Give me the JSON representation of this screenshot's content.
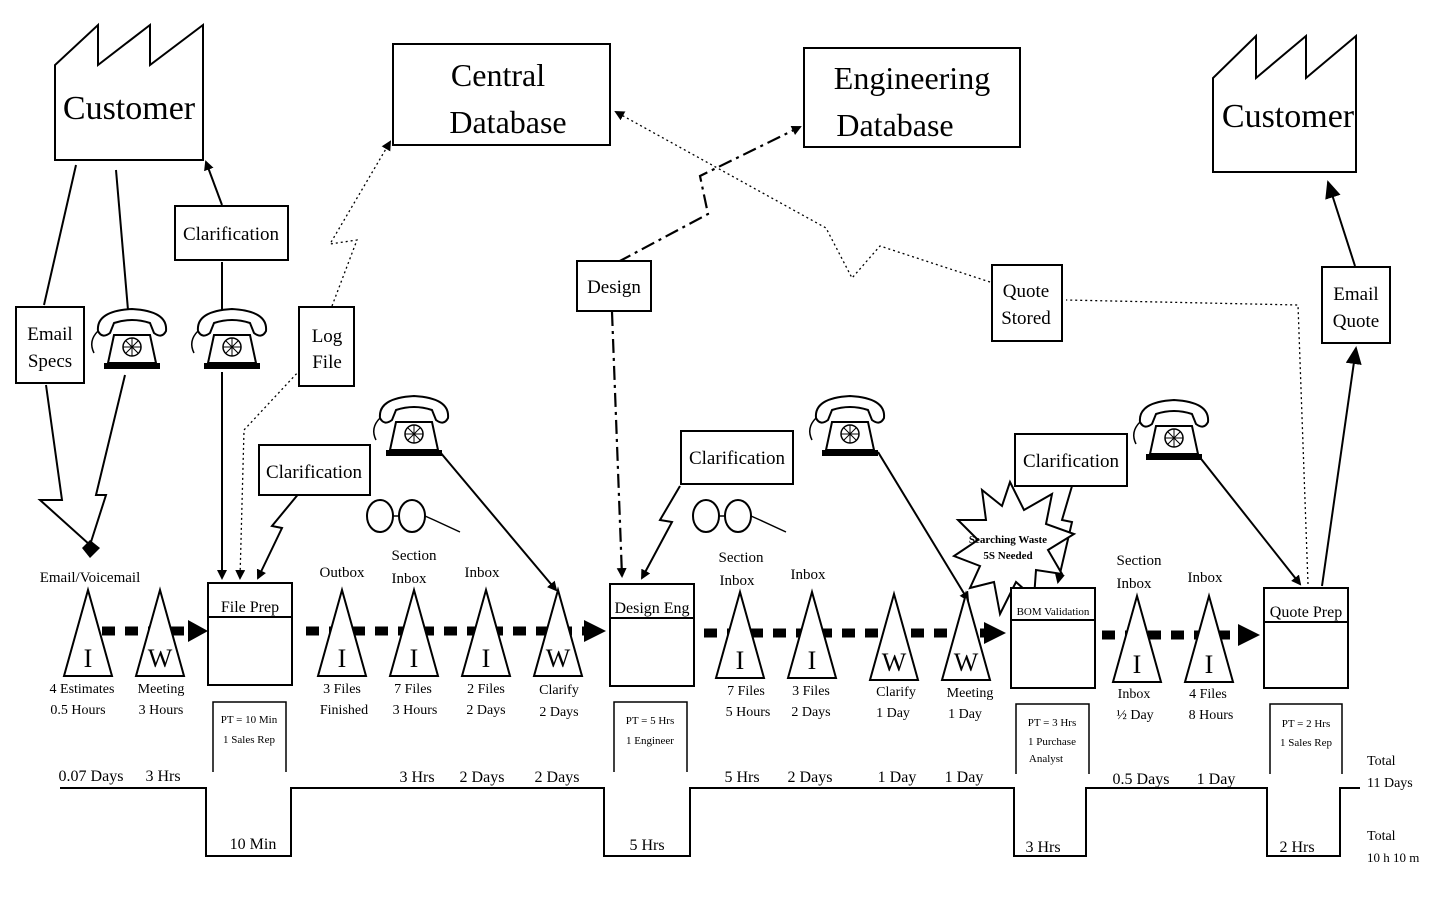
{
  "customer_left": "Customer",
  "customer_right": "Customer",
  "central_db": [
    "Central",
    "Database"
  ],
  "engineering_db": [
    "Engineering",
    "Database"
  ],
  "labels": {
    "clarification_top": "Clarification",
    "email_specs": [
      "Email",
      "Specs"
    ],
    "log_file": [
      "Log",
      "File"
    ],
    "clarification_1": "Clarification",
    "design": "Design",
    "clarification_2": "Clarification",
    "quote_stored": [
      "Quote",
      "Stored"
    ],
    "clarification_3": "Clarification",
    "email_quote": [
      "Email",
      "Quote"
    ],
    "email_voicemail": "Email/Voicemail",
    "searching_waste": [
      "Searching Waste",
      "5S Needed"
    ]
  },
  "inventory": [
    {
      "letter": "I",
      "above": [],
      "below": [
        "4 Estimates",
        "0.5 Hours"
      ]
    },
    {
      "letter": "W",
      "above": [],
      "below": [
        "Meeting",
        "3 Hours"
      ]
    },
    {
      "letter": "I",
      "above": [
        "Outbox"
      ],
      "below": [
        "3 Files",
        "Finished"
      ]
    },
    {
      "letter": "I",
      "above": [
        "Section",
        "Inbox"
      ],
      "below": [
        "7 Files",
        "3 Hours"
      ]
    },
    {
      "letter": "I",
      "above": [
        "Inbox"
      ],
      "below": [
        "2 Files",
        "2 Days"
      ]
    },
    {
      "letter": "W",
      "above": [],
      "below": [
        "Clarify",
        "2 Days"
      ]
    },
    {
      "letter": "I",
      "above": [
        "Section",
        "Inbox"
      ],
      "below": [
        "7 Files",
        "5 Hours"
      ]
    },
    {
      "letter": "I",
      "above": [
        "Inbox"
      ],
      "below": [
        "3 Files",
        "2 Days"
      ]
    },
    {
      "letter": "W",
      "above": [],
      "below": [
        "Clarify",
        "1 Day"
      ]
    },
    {
      "letter": "W",
      "above": [],
      "below": [
        "Meeting",
        "1 Day"
      ]
    },
    {
      "letter": "I",
      "above": [
        "Section",
        "Inbox"
      ],
      "below": [
        "Inbox",
        "½ Day"
      ]
    },
    {
      "letter": "I",
      "above": [
        "Inbox"
      ],
      "below": [
        "4 Files",
        "8 Hours"
      ]
    }
  ],
  "processes": [
    {
      "title": "File Prep",
      "data": [
        "PT = 10 Min",
        "1 Sales Rep"
      ],
      "time": "10 Min"
    },
    {
      "title": "Design Eng",
      "data": [
        "PT = 5 Hrs",
        "1 Engineer"
      ],
      "time": "5 Hrs"
    },
    {
      "title": "BOM Validation",
      "data": [
        "PT = 3 Hrs",
        "1 Purchase",
        "Analyst"
      ],
      "time": "3 Hrs"
    },
    {
      "title": "Quote Prep",
      "data": [
        "PT = 2 Hrs",
        "1 Sales Rep"
      ],
      "time": "2 Hrs"
    }
  ],
  "timeline_wait": [
    "0.07 Days",
    "3 Hrs",
    "3 Hrs",
    "2 Days",
    "2 Days",
    "5 Hrs",
    "2 Days",
    "1 Day",
    "1 Day",
    "0.5 Days",
    "1 Day"
  ],
  "totals": {
    "lead_label": "Total",
    "lead_value": "11 Days",
    "process_label": "Total",
    "process_value": "10 h 10 m"
  }
}
